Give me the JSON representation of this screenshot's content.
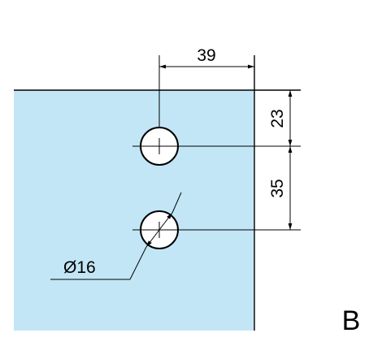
{
  "colors": {
    "panel_fill": "#c2e6f6",
    "line": "#000000",
    "hole_fill": "#ffffff"
  },
  "dimensions": {
    "horizontal_offset": "39",
    "top_offset": "23",
    "hole_spacing": "35",
    "hole_diameter": "Ø16"
  },
  "view_label": "B"
}
